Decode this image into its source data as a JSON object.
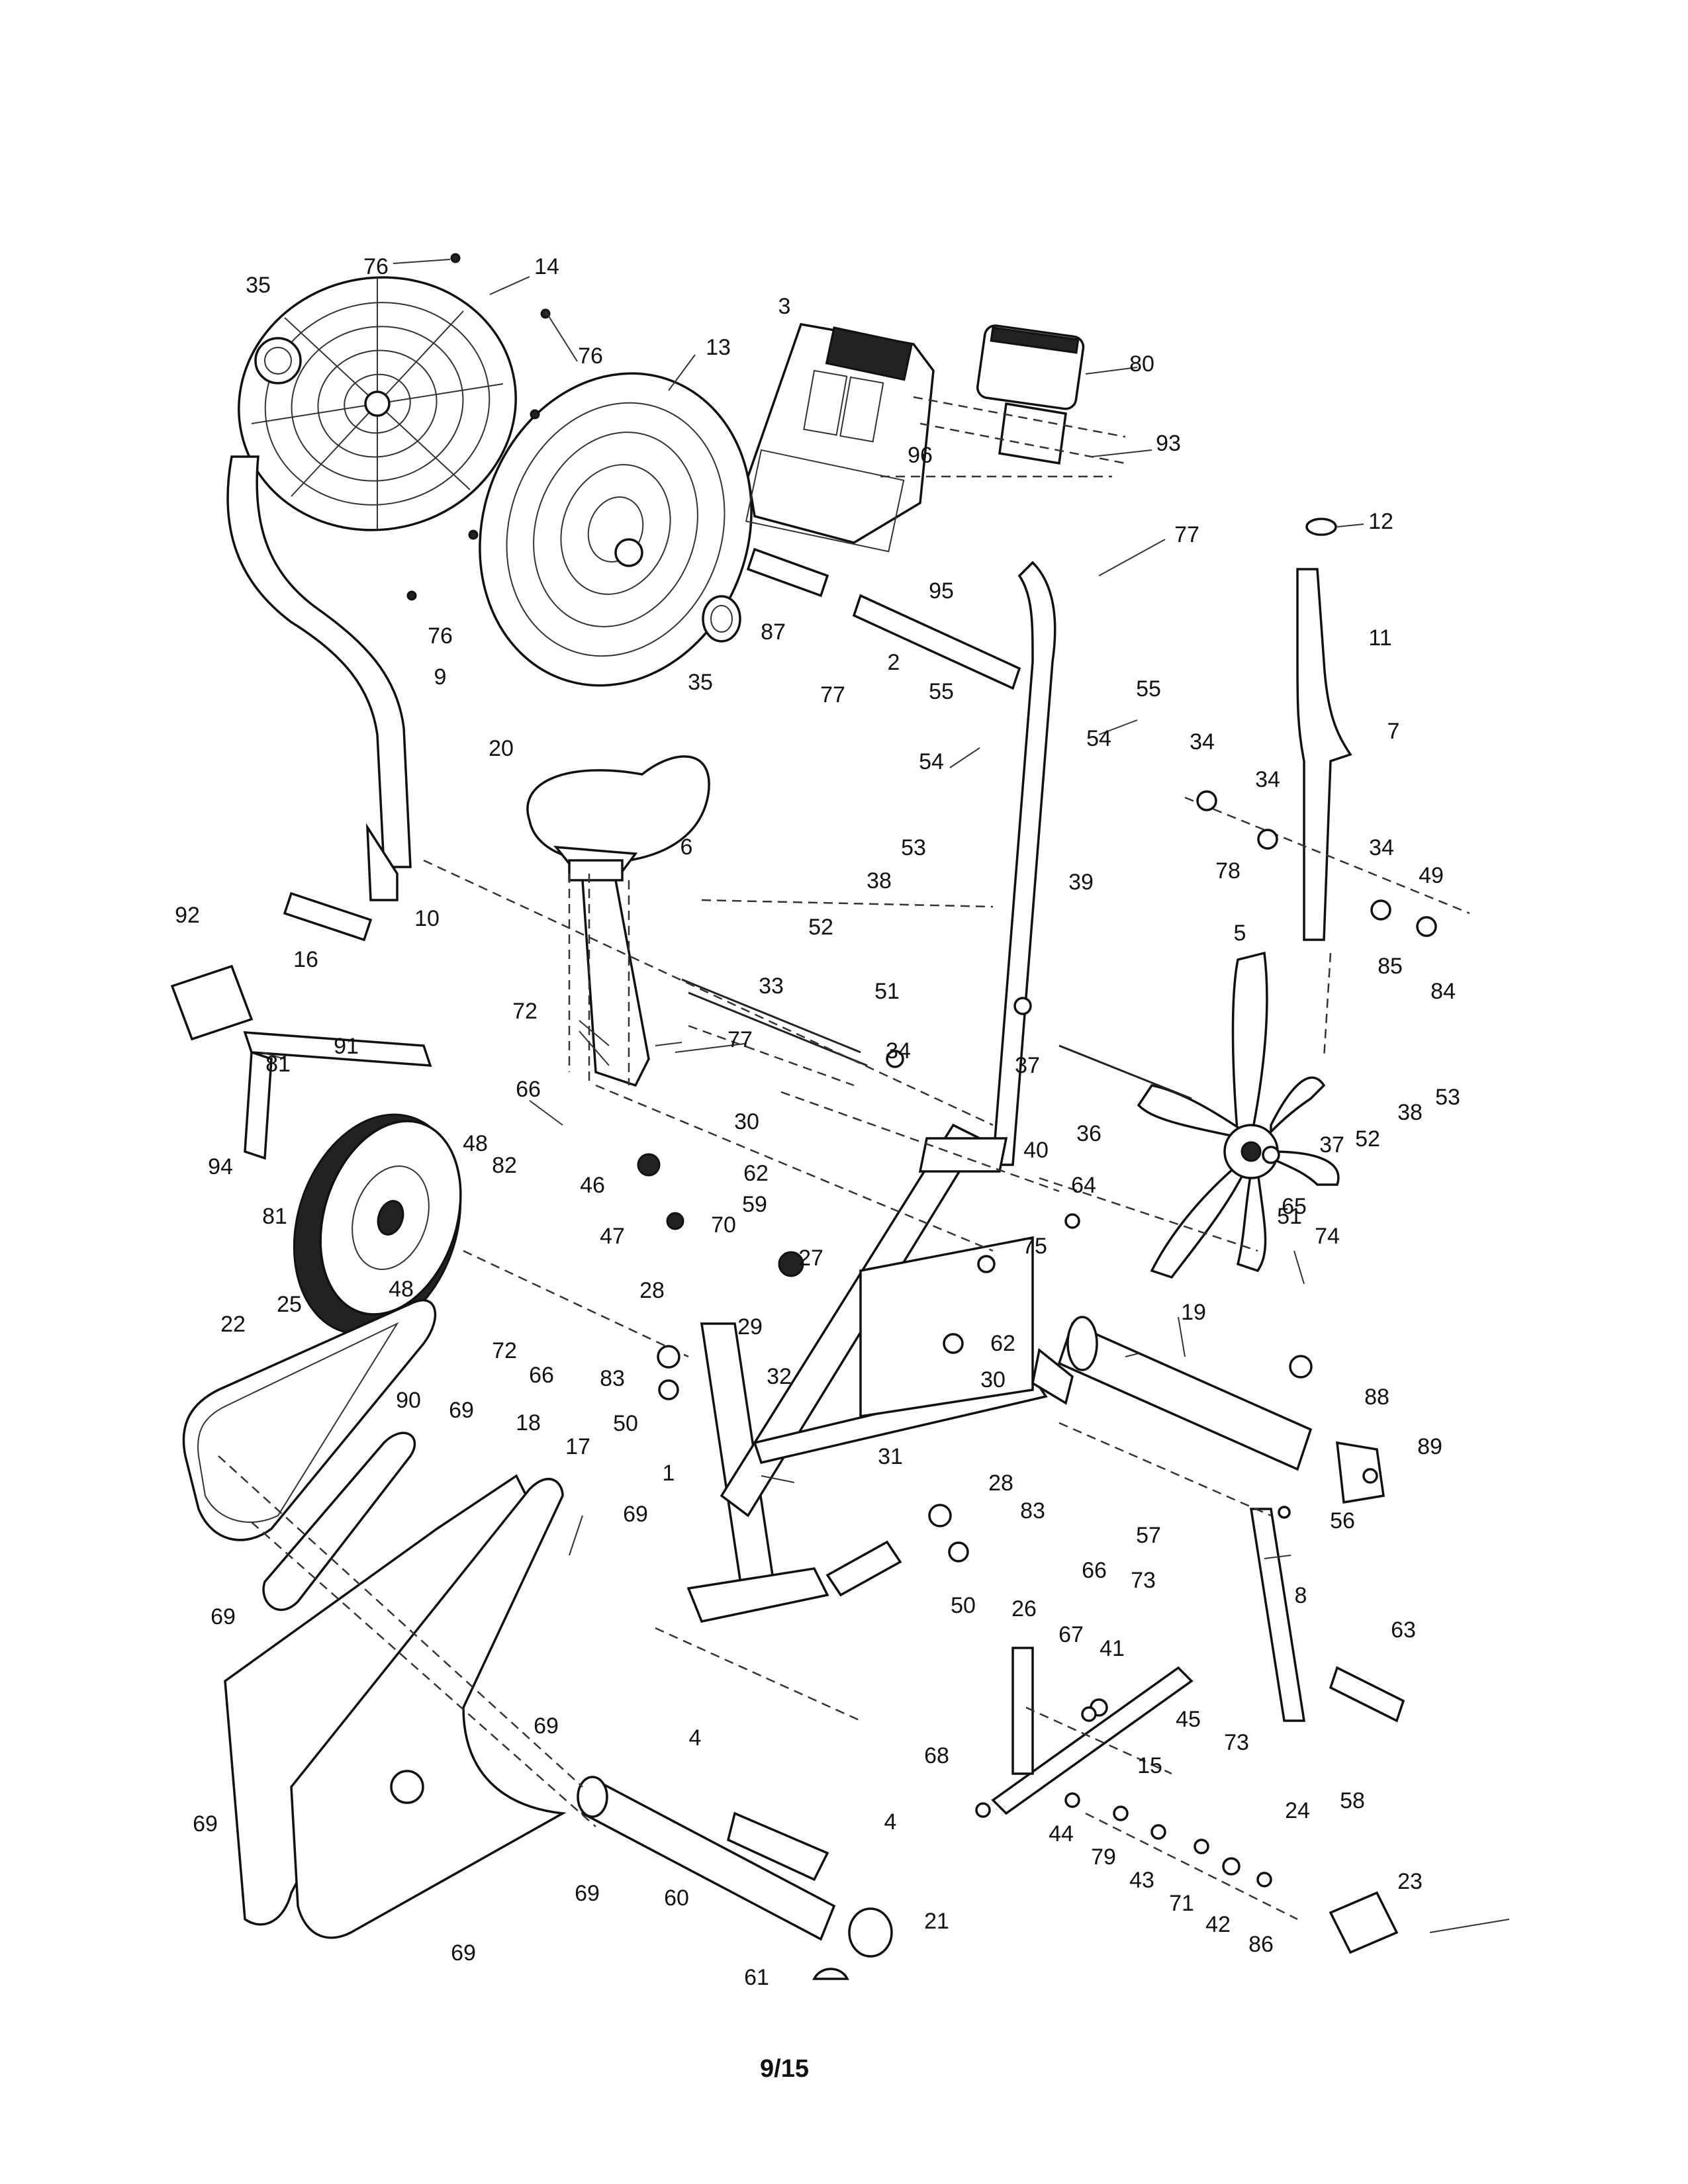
{
  "page_number": "9/15",
  "colors": {
    "ink": "#111111",
    "paper": "#ffffff"
  },
  "callouts": [
    {
      "id": "c76a",
      "text": "76"
    },
    {
      "id": "c14",
      "text": "14"
    },
    {
      "id": "c35a",
      "text": "35"
    },
    {
      "id": "c76b",
      "text": "76"
    },
    {
      "id": "c13",
      "text": "13"
    },
    {
      "id": "c76c",
      "text": "76"
    },
    {
      "id": "c35b",
      "text": "35"
    },
    {
      "id": "c9",
      "text": "9"
    },
    {
      "id": "c3",
      "text": "3"
    },
    {
      "id": "c80",
      "text": "80"
    },
    {
      "id": "c93",
      "text": "93"
    },
    {
      "id": "c96",
      "text": "96"
    },
    {
      "id": "c77a",
      "text": "77"
    },
    {
      "id": "c95",
      "text": "95"
    },
    {
      "id": "c87",
      "text": "87"
    },
    {
      "id": "c77b",
      "text": "77"
    },
    {
      "id": "c2",
      "text": "2"
    },
    {
      "id": "c12",
      "text": "12"
    },
    {
      "id": "c11",
      "text": "11"
    },
    {
      "id": "c7",
      "text": "7"
    },
    {
      "id": "c55a",
      "text": "55"
    },
    {
      "id": "c55b",
      "text": "55"
    },
    {
      "id": "c54a",
      "text": "54"
    },
    {
      "id": "c54b",
      "text": "54"
    },
    {
      "id": "c34a",
      "text": "34"
    },
    {
      "id": "c34b",
      "text": "34"
    },
    {
      "id": "c78",
      "text": "78"
    },
    {
      "id": "c34c",
      "text": "34"
    },
    {
      "id": "c49",
      "text": "49"
    },
    {
      "id": "c85",
      "text": "85"
    },
    {
      "id": "c84",
      "text": "84"
    },
    {
      "id": "c20",
      "text": "20"
    },
    {
      "id": "c6",
      "text": "6"
    },
    {
      "id": "c10",
      "text": "10"
    },
    {
      "id": "c92",
      "text": "92"
    },
    {
      "id": "c16",
      "text": "16"
    },
    {
      "id": "c91",
      "text": "91"
    },
    {
      "id": "c72a",
      "text": "72"
    },
    {
      "id": "c77c",
      "text": "77"
    },
    {
      "id": "c66a",
      "text": "66"
    },
    {
      "id": "c53a",
      "text": "53"
    },
    {
      "id": "c38a",
      "text": "38"
    },
    {
      "id": "c52a",
      "text": "52"
    },
    {
      "id": "c51a",
      "text": "51"
    },
    {
      "id": "c39",
      "text": "39"
    },
    {
      "id": "c33",
      "text": "33"
    },
    {
      "id": "c34d",
      "text": "34"
    },
    {
      "id": "c37a",
      "text": "37"
    },
    {
      "id": "c36",
      "text": "36"
    },
    {
      "id": "c5",
      "text": "5"
    },
    {
      "id": "c37b",
      "text": "37"
    },
    {
      "id": "c52b",
      "text": "52"
    },
    {
      "id": "c38b",
      "text": "38"
    },
    {
      "id": "c53b",
      "text": "53"
    },
    {
      "id": "c51b",
      "text": "51"
    },
    {
      "id": "c74",
      "text": "74"
    },
    {
      "id": "c81a",
      "text": "81"
    },
    {
      "id": "c94",
      "text": "94"
    },
    {
      "id": "c81b",
      "text": "81"
    },
    {
      "id": "c48a",
      "text": "48"
    },
    {
      "id": "c82",
      "text": "82"
    },
    {
      "id": "c46",
      "text": "46"
    },
    {
      "id": "c30a",
      "text": "30"
    },
    {
      "id": "c62a",
      "text": "62"
    },
    {
      "id": "c59",
      "text": "59"
    },
    {
      "id": "c40",
      "text": "40"
    },
    {
      "id": "c64",
      "text": "64"
    },
    {
      "id": "c47",
      "text": "47"
    },
    {
      "id": "c70",
      "text": "70"
    },
    {
      "id": "c75",
      "text": "75"
    },
    {
      "id": "c25",
      "text": "25"
    },
    {
      "id": "c48b",
      "text": "48"
    },
    {
      "id": "c27",
      "text": "27"
    },
    {
      "id": "c29",
      "text": "29"
    },
    {
      "id": "c28a",
      "text": "28"
    },
    {
      "id": "c65",
      "text": "65"
    },
    {
      "id": "c19",
      "text": "19"
    },
    {
      "id": "c22",
      "text": "22"
    },
    {
      "id": "c72b",
      "text": "72"
    },
    {
      "id": "c66b",
      "text": "66"
    },
    {
      "id": "c83a",
      "text": "83"
    },
    {
      "id": "c50a",
      "text": "50"
    },
    {
      "id": "c32",
      "text": "32"
    },
    {
      "id": "c62b",
      "text": "62"
    },
    {
      "id": "c30b",
      "text": "30"
    },
    {
      "id": "c88",
      "text": "88"
    },
    {
      "id": "c89",
      "text": "89"
    },
    {
      "id": "c90",
      "text": "90"
    },
    {
      "id": "c69a",
      "text": "69"
    },
    {
      "id": "c18",
      "text": "18"
    },
    {
      "id": "c17",
      "text": "17"
    },
    {
      "id": "c31",
      "text": "31"
    },
    {
      "id": "c1",
      "text": "1"
    },
    {
      "id": "c28b",
      "text": "28"
    },
    {
      "id": "c83b",
      "text": "83"
    },
    {
      "id": "c69b",
      "text": "69"
    },
    {
      "id": "c57",
      "text": "57"
    },
    {
      "id": "c56",
      "text": "56"
    },
    {
      "id": "c50b",
      "text": "50"
    },
    {
      "id": "c66c",
      "text": "66"
    },
    {
      "id": "c73a",
      "text": "73"
    },
    {
      "id": "c8",
      "text": "8"
    },
    {
      "id": "c63",
      "text": "63"
    },
    {
      "id": "c69c",
      "text": "69"
    },
    {
      "id": "c26",
      "text": "26"
    },
    {
      "id": "c67",
      "text": "67"
    },
    {
      "id": "c41",
      "text": "41"
    },
    {
      "id": "c45",
      "text": "45"
    },
    {
      "id": "c73b",
      "text": "73"
    },
    {
      "id": "c69d",
      "text": "69"
    },
    {
      "id": "c4a",
      "text": "4"
    },
    {
      "id": "c68",
      "text": "68"
    },
    {
      "id": "c15",
      "text": "15"
    },
    {
      "id": "c24",
      "text": "24"
    },
    {
      "id": "c58",
      "text": "58"
    },
    {
      "id": "c4b",
      "text": "4"
    },
    {
      "id": "c69e",
      "text": "69"
    },
    {
      "id": "c44",
      "text": "44"
    },
    {
      "id": "c79",
      "text": "79"
    },
    {
      "id": "c43",
      "text": "43"
    },
    {
      "id": "c71",
      "text": "71"
    },
    {
      "id": "c42",
      "text": "42"
    },
    {
      "id": "c86",
      "text": "86"
    },
    {
      "id": "c23",
      "text": "23"
    },
    {
      "id": "c60",
      "text": "60"
    },
    {
      "id": "c21",
      "text": "21"
    },
    {
      "id": "c69f",
      "text": "69"
    },
    {
      "id": "c61",
      "text": "61"
    },
    {
      "id": "c69g",
      "text": "69"
    }
  ]
}
